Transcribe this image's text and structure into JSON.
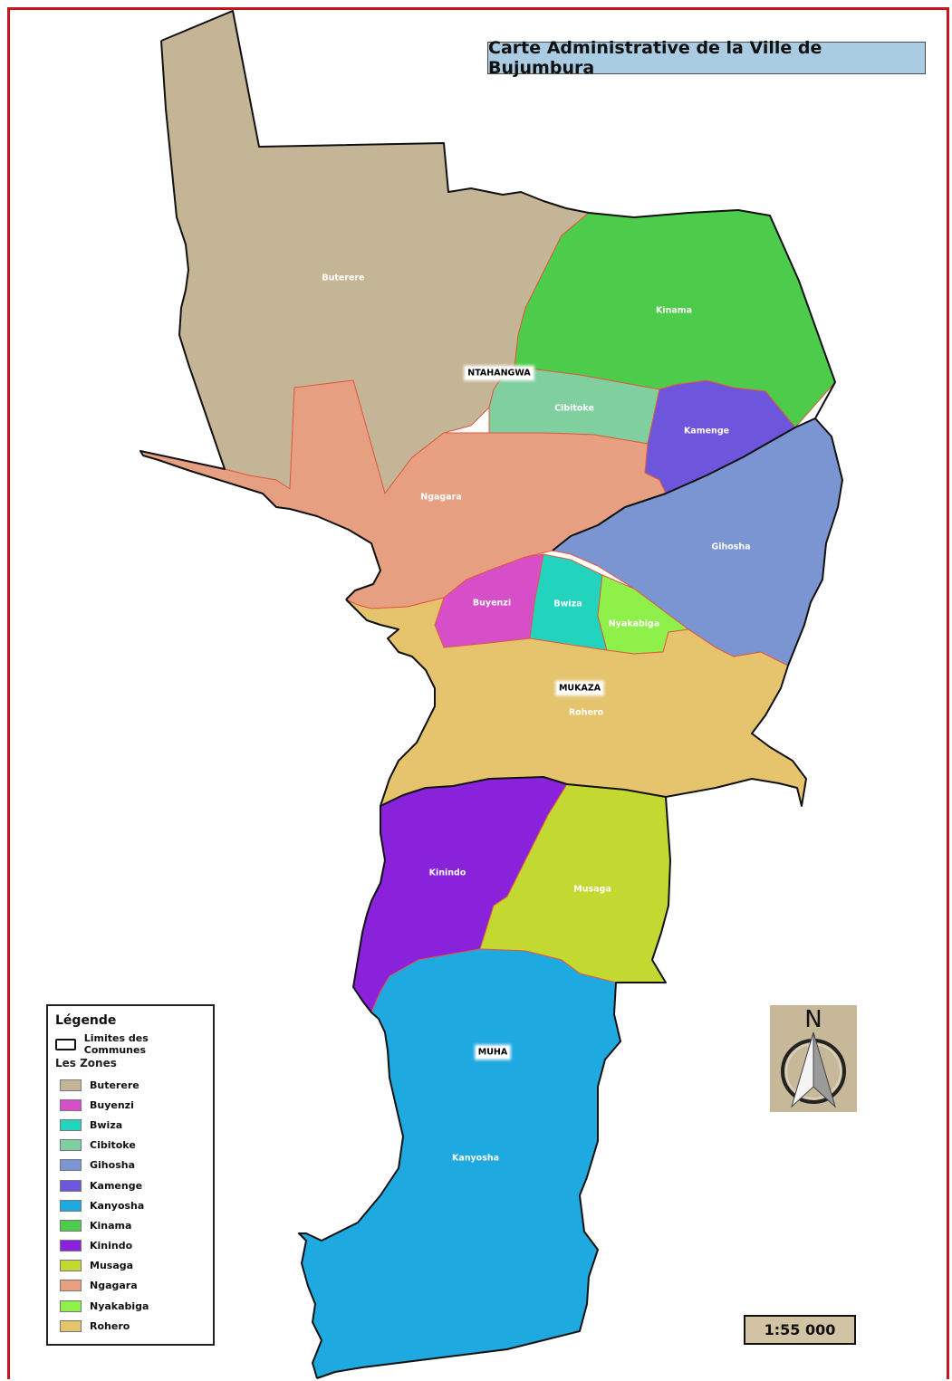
{
  "title": "Carte Administrative de la Ville de Bujumbura",
  "colors": {
    "frame": "#c0181f",
    "title_bg": "#a9cce3",
    "Buterere": "#c4b596",
    "Buyenzi": "#d64fc9",
    "Bwiza": "#22d4bd",
    "Cibitoke": "#7fcf9f",
    "Gihosha": "#7b94d2",
    "Kamenge": "#6d55dc",
    "Kanyosha": "#1ea9e0",
    "Kinama": "#4ccc4a",
    "Kinindo": "#8a22db",
    "Musaga": "#c4d832",
    "Ngagara": "#e79f82",
    "Nyakabiga": "#8ef048",
    "Rohero": "#e5c46d"
  },
  "zones": {
    "buterere": "Buterere",
    "kinama": "Kinama",
    "cibitoke": "Cibitoke",
    "kamenge": "Kamenge",
    "ngagara": "Ngagara",
    "gihosha": "Gihosha",
    "buyenzi": "Buyenzi",
    "bwiza": "Bwiza",
    "nyakabiga": "Nyakabiga",
    "rohero": "Rohero",
    "kinindo": "Kinindo",
    "musaga": "Musaga",
    "kanyosha": "Kanyosha"
  },
  "communes": {
    "ntahangwa": "NTAHANGWA",
    "mukaza": "MUKAZA",
    "muha": "MUHA"
  },
  "legend": {
    "title": "Légende",
    "limits_label": "Limites des Communes",
    "zones_heading": "Les Zones",
    "items": [
      {
        "label": "Buterere",
        "color": "#c4b596"
      },
      {
        "label": "Buyenzi",
        "color": "#d64fc9"
      },
      {
        "label": "Bwiza",
        "color": "#22d4bd"
      },
      {
        "label": "Cibitoke",
        "color": "#7fcf9f"
      },
      {
        "label": "Gihosha",
        "color": "#7b94d2"
      },
      {
        "label": "Kamenge",
        "color": "#6d55dc"
      },
      {
        "label": "Kanyosha",
        "color": "#1ea9e0"
      },
      {
        "label": "Kinama",
        "color": "#4ccc4a"
      },
      {
        "label": "Kinindo",
        "color": "#8a22db"
      },
      {
        "label": "Musaga",
        "color": "#c4d832"
      },
      {
        "label": "Ngagara",
        "color": "#e79f82"
      },
      {
        "label": "Nyakabiga",
        "color": "#8ef048"
      },
      {
        "label": "Rohero",
        "color": "#e5c46d"
      }
    ]
  },
  "north_arrow": {
    "letter": "N",
    "icon": "north-arrow-icon"
  },
  "scale": "1:55 000"
}
